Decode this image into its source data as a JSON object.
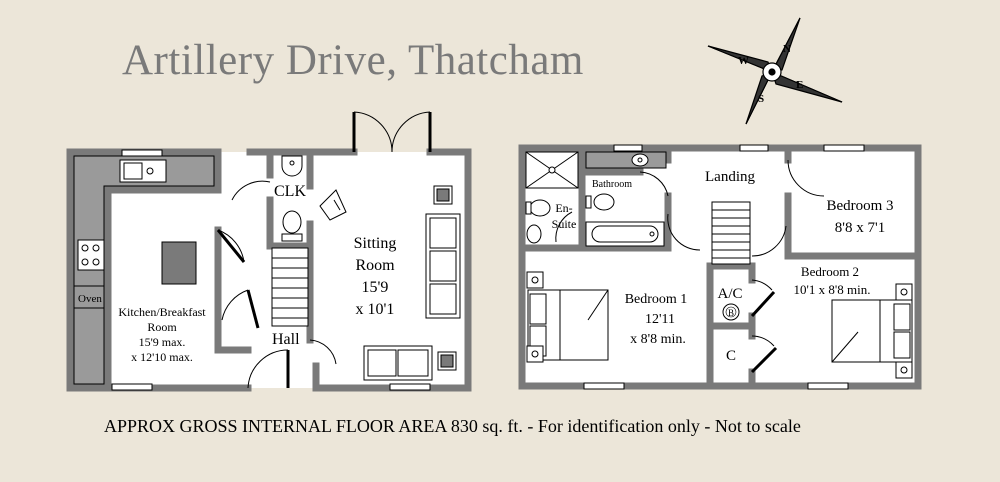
{
  "title": "Artillery Drive, Thatcham",
  "footer": "APPROX GROSS INTERNAL FLOOR AREA 830  sq. ft. - For identification only - Not to scale",
  "compass": {
    "n": "N",
    "e": "E",
    "s": "S",
    "w": "W"
  },
  "ground_floor": {
    "kitchen": {
      "name1": "Kitchen/Breakfast",
      "name2": "Room",
      "dim1": "15'9 max.",
      "dim2": "x 12'10 max."
    },
    "oven": "Oven",
    "clk": "CLK",
    "hall": "Hall",
    "sitting": {
      "name1": "Sitting",
      "name2": "Room",
      "dim1": "15'9",
      "dim2": "x 10'1"
    }
  },
  "first_floor": {
    "bathroom": "Bathroom",
    "ensuite1": "En-",
    "ensuite2": "Suite",
    "landing": "Landing",
    "bedroom1": {
      "name": "Bedroom 1",
      "dim1": "12'11",
      "dim2": "x 8'8 min."
    },
    "bedroom2": {
      "name": "Bedroom 2",
      "dim": "10'1 x 8'8 min."
    },
    "bedroom3": {
      "name": "Bedroom 3",
      "dim": "8'8 x 7'1"
    },
    "ac": "A/C",
    "boiler": "B",
    "c": "C"
  },
  "colors": {
    "wall": "#7a7a7a",
    "floor": "#ffffff",
    "background": "#ece6d9",
    "title": "#7a7a7a"
  }
}
